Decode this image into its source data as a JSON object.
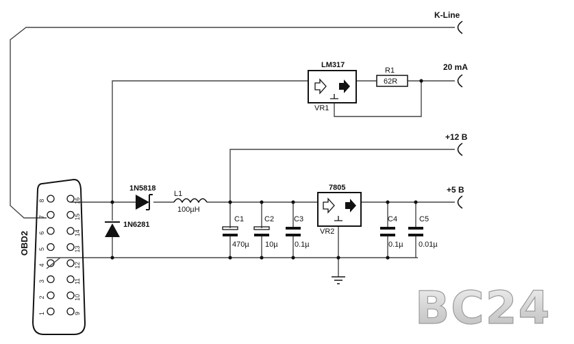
{
  "terminals": {
    "kline": "K-Line",
    "ma20": "20 mA",
    "v12": "+12 B",
    "v5": "+5 B"
  },
  "connector": {
    "name": "OBD2",
    "pins_top": [
      "8",
      "7",
      "6",
      "5",
      "4",
      "3",
      "2",
      "1"
    ],
    "pins_bottom": [
      "16",
      "15",
      "14",
      "13",
      "12",
      "11",
      "10",
      "9"
    ]
  },
  "components": {
    "d1_name": "1N5818",
    "d2_name": "1N6281",
    "l1_name": "L1",
    "l1_value": "100µH",
    "vr1_ic": "LM317",
    "vr1_ref": "VR1",
    "r1_name": "R1",
    "r1_value": "62R",
    "vr2_ic": "7805",
    "vr2_ref": "VR2",
    "c1_name": "C1",
    "c1_value": "470µ",
    "c2_name": "C2",
    "c2_value": "10µ",
    "c3_name": "C3",
    "c3_value": "0.1µ",
    "c4_name": "C4",
    "c4_value": "0.1µ",
    "c5_name": "C5",
    "c5_value": "0.01µ"
  },
  "watermark": "BC24",
  "colors": {
    "wire": "#444444",
    "part": "#111111",
    "watermark": "#cccccc"
  }
}
